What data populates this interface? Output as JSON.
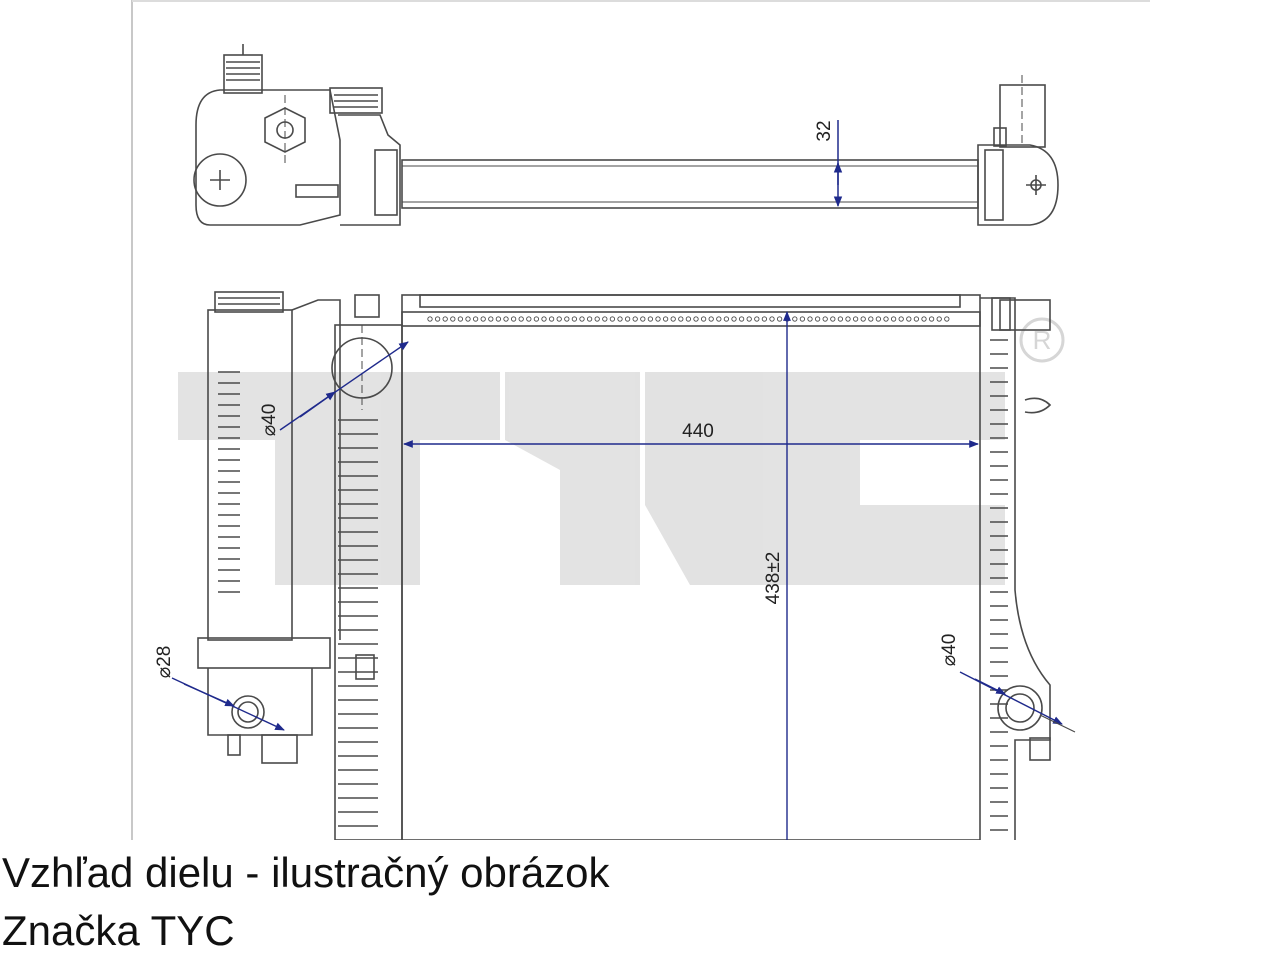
{
  "caption": {
    "line1": "Vzhľad dielu - ilustračný obrázok",
    "line2": "Značka TYC"
  },
  "diagram": {
    "dimensions": {
      "tube_height": "32",
      "core_width": "440",
      "core_height": "438±2",
      "inlet_left": "⌀40",
      "drain": "⌀28",
      "outlet_right": "⌀40"
    },
    "watermark": {
      "text": "TYC",
      "mark": "R"
    },
    "colors": {
      "line": "#4a4a4a",
      "dimension_arrow": "#1f2a8c",
      "watermark": "#d9d9d9",
      "frame_line": "#c8c8c8"
    }
  }
}
